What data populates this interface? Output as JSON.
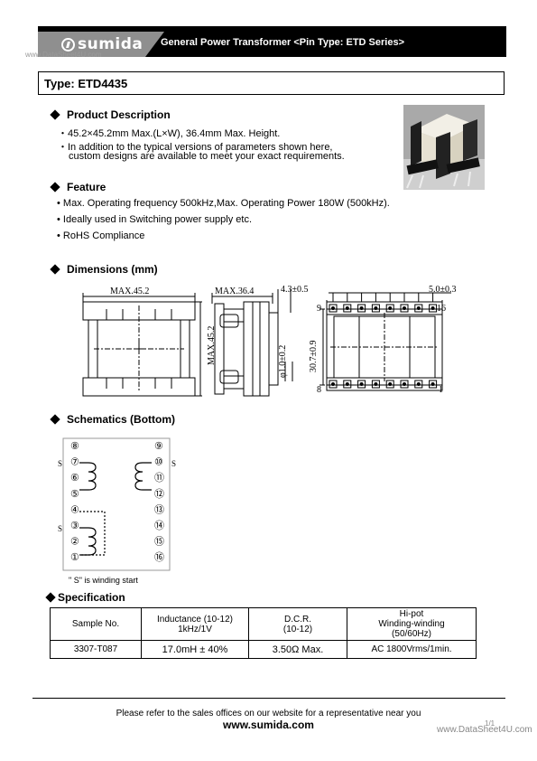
{
  "header": {
    "logo": "sumida",
    "title": "General Power Transformer <Pin Type: ETD Series>",
    "watermark": "www.DataSheet4U.com"
  },
  "type_label": "Type: ETD4435",
  "product_description": {
    "heading": "Product Description",
    "lines": [
      "・45.2×45.2mm Max.(L×W), 36.4mm Max. Height.",
      "・In addition to the typical versions of parameters shown here,",
      "custom designs are available to meet your exact requirements."
    ]
  },
  "feature": {
    "heading": "Feature",
    "items": [
      "• Max. Operating frequency 500kHz,Max. Operating Power 180W (500kHz).",
      "• Ideally used in Switching power supply etc.",
      "• RoHS Compliance"
    ]
  },
  "dimensions": {
    "heading": "Dimensions (mm)",
    "labels": {
      "width": "MAX.45.2",
      "height_side": "MAX.45.2",
      "depth": "MAX.36.4",
      "offset": "4.3±0.5",
      "pin_dia": "φ1.0±0.2",
      "pitch": "5.0±0.3",
      "row_spacing": "30.7±0.9",
      "pin_9": "9",
      "pin_16": "16",
      "pin_8": "8",
      "pin_1": "1"
    }
  },
  "schematics": {
    "heading": "Schematics (Bottom)",
    "left_pins": [
      "⑧",
      "⑦",
      "⑥",
      "⑤",
      "④",
      "③",
      "②",
      "①"
    ],
    "right_pins": [
      "⑨",
      "⑩",
      "⑪",
      "⑫",
      "⑬",
      "⑭",
      "⑮",
      "⑯"
    ],
    "s_label": "S",
    "note": "\" S\" is winding start"
  },
  "specification": {
    "heading": "Specification",
    "headers": [
      "Sample No.",
      "Inductance (10-12)",
      "1kHz/1V",
      "D.C.R.",
      "(10-12)",
      "Hi-pot",
      "Winding-winding",
      "(50/60Hz)"
    ],
    "row": [
      "3307-T087",
      "17.0mH ± 40%",
      "3.50Ω Max.",
      "AC 1800Vrms/1min."
    ]
  },
  "footer": {
    "line1": "Please refer to the sales offices on our website for a representative near you",
    "url": "www.sumida.com",
    "page": "1/1",
    "watermark": "www.DataSheet4U.com"
  },
  "colors": {
    "header_bar": "#000000",
    "header_grey": "#8f8f8f"
  }
}
